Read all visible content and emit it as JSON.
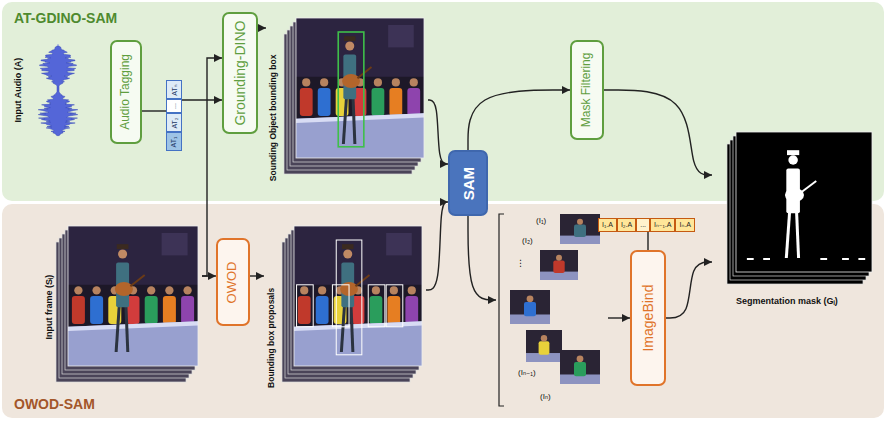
{
  "diagram": {
    "nodes": [
      {
        "text": [
          "AT-GDINO-SAM"
        ]
      },
      {
        "text": [
          "Input Audio (A)"
        ],
        "in": 0
      },
      {
        "text": [
          "Audio Tagging"
        ],
        "in": 0
      },
      {
        "text": [
          "AT₁",
          "AT₂",
          "...",
          "ATₙ"
        ],
        "in": 0
      },
      {
        "text": [
          "Grounding-DINO"
        ],
        "in": 0
      },
      {
        "text": [
          "Sounding Object bounding box"
        ],
        "in": 0
      },
      {
        "text": [
          "Mask Filtering"
        ],
        "in": 0
      },
      {
        "text": [
          "OWOD-SAM"
        ]
      },
      {
        "text": [
          "Input frame (Sᵢ)"
        ],
        "in": 7
      },
      {
        "text": [
          "OWOD"
        ],
        "in": 7
      },
      {
        "text": [
          "Bounding box proposals"
        ],
        "in": 7
      },
      {
        "text": [
          "SAM"
        ]
      },
      {
        "text": [
          "(I₁)",
          "(I₂)",
          "⋮",
          "(Iₙ₋₁)",
          "(Iₙ)"
        ],
        "in": 7
      },
      {
        "text": [
          "I₁.A",
          "I₂.A",
          "...",
          "Iₙ₋₁.A",
          "Iₙ.A"
        ],
        "in": 7
      },
      {
        "text": [
          "ImageBind"
        ],
        "in": 7
      },
      {
        "text": [
          "Segmentation mask (Gᵢ)"
        ]
      }
    ],
    "edges": [
      {
        "from": 2,
        "to": 3,
        "arrow": "none"
      },
      {
        "from": 3,
        "to": 4,
        "arrow": "to"
      },
      {
        "from": 8,
        "to": 4,
        "arrow": "to"
      },
      {
        "from": 8,
        "to": 9,
        "arrow": "to"
      },
      {
        "from": 4,
        "to": 5,
        "arrow": "to"
      },
      {
        "from": 9,
        "to": 10,
        "arrow": "to"
      },
      {
        "from": 5,
        "to": 11,
        "arrow": "to"
      },
      {
        "from": 10,
        "to": 11,
        "arrow": "to"
      },
      {
        "from": 11,
        "to": 6,
        "arrow": "to"
      },
      {
        "from": 6,
        "to": 15,
        "arrow": "to"
      },
      {
        "from": 11,
        "to": 12,
        "arrow": "to"
      },
      {
        "from": 12,
        "to": 14,
        "arrow": "to"
      },
      {
        "from": 13,
        "to": 14,
        "arrow": "none"
      },
      {
        "from": 14,
        "to": 15,
        "arrow": "to"
      }
    ]
  }
}
